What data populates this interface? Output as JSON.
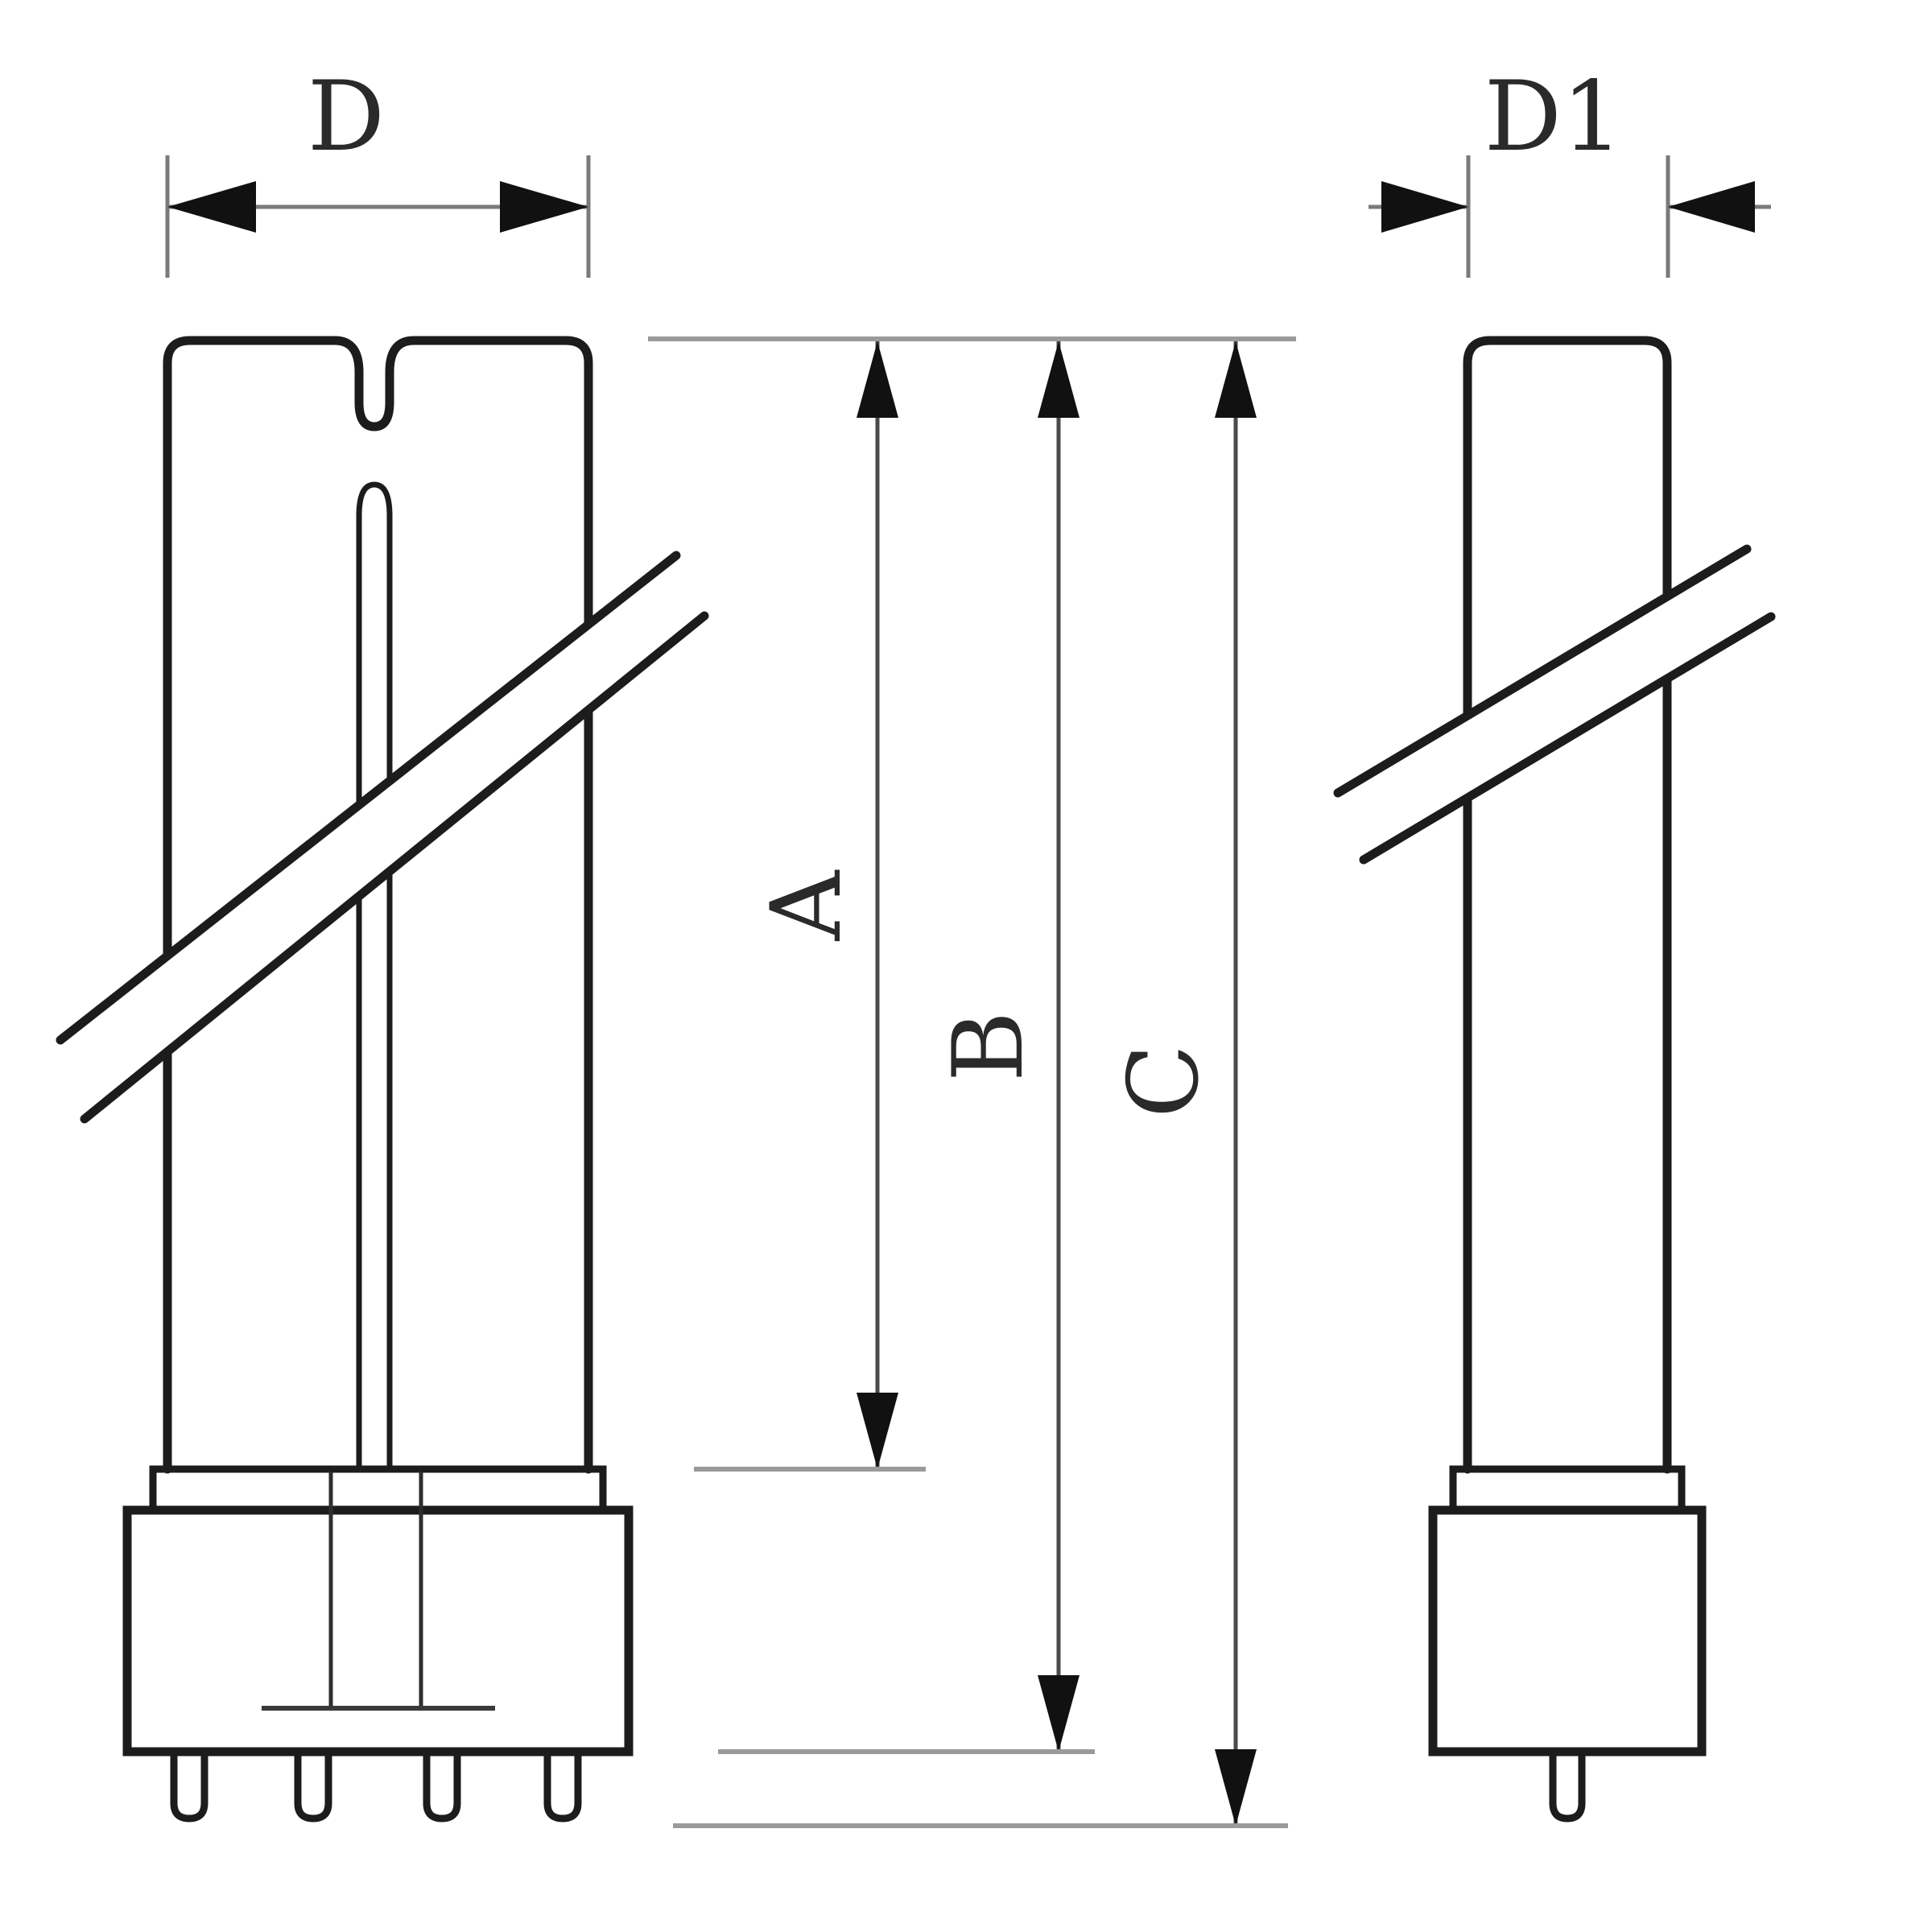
{
  "drawing": {
    "type": "lamp-dimension-diagram",
    "views": {
      "front_view": "compact fluorescent lamp, front, twin tube with 4-pin base",
      "side_view": "compact fluorescent lamp, side, single tube with 1 pin"
    },
    "labels": {
      "width_front": "D",
      "width_side": "D1",
      "length_tube": "A",
      "length_to_base_bottom": "B",
      "length_overall": "C"
    },
    "colors": {
      "outline": "#1c1c1c",
      "dimension_line": "#7a7a7a",
      "extension_line": "#9a9a9a",
      "arrow": "#111111",
      "label_text": "#2a2a2a",
      "background": "#ffffff"
    }
  }
}
